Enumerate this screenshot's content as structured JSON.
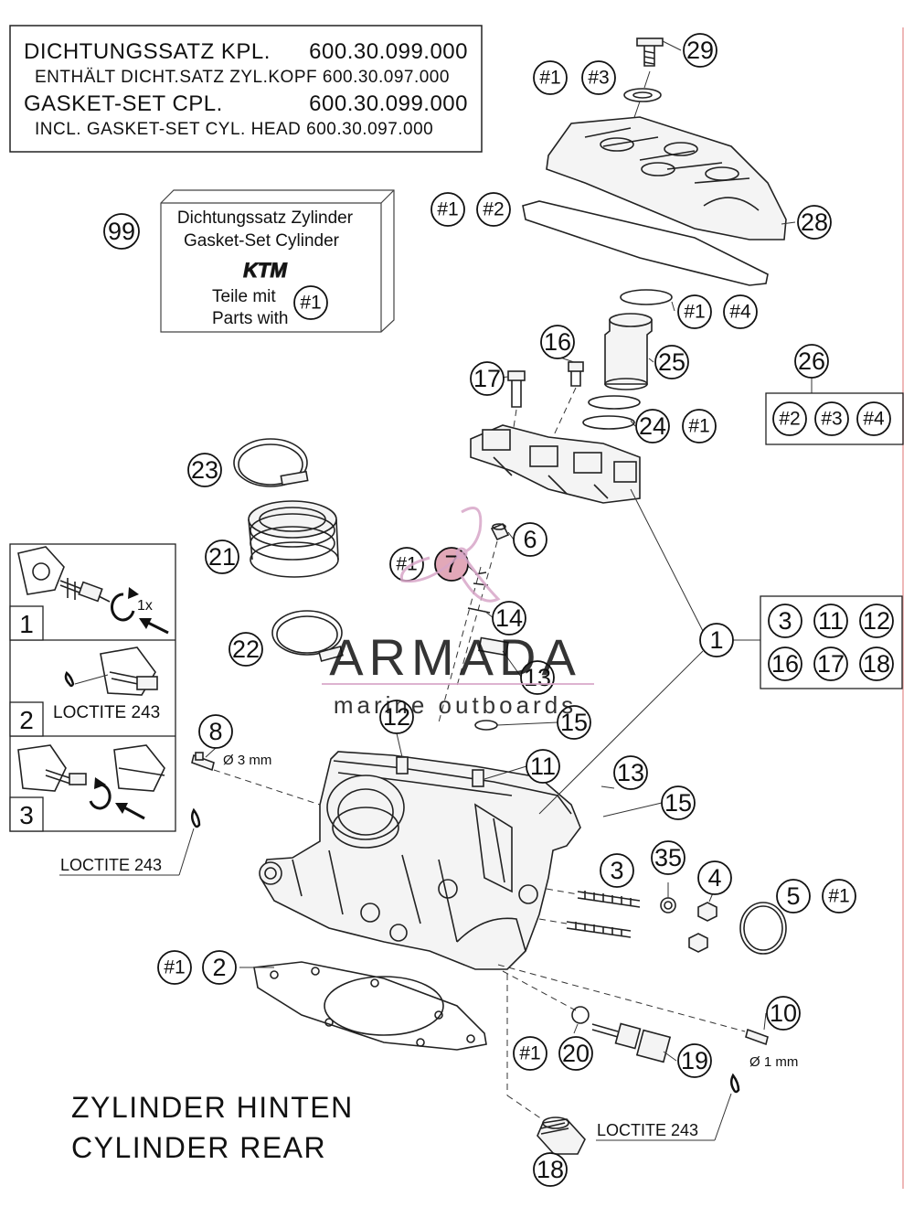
{
  "header": {
    "line1_label": "DICHTUNGSSATZ KPL.",
    "line1_number": "600.30.099.000",
    "line2": "ENTHÄLT DICHT.SATZ ZYL.KOPF 600.30.097.000",
    "line3_label": "GASKET-SET CPL.",
    "line3_number": "600.30.099.000",
    "line4": "INCL. GASKET-SET CYL. HEAD 600.30.097.000"
  },
  "kit_box": {
    "title_de": "Dichtungssatz Zylinder",
    "title_en": "Gasket-Set Cylinder",
    "brand": "KTM",
    "parts_de": "Teile mit",
    "parts_en": "Parts with",
    "parts_ref": "#1",
    "callout": "99"
  },
  "steps": [
    {
      "number": "1",
      "note": "1x"
    },
    {
      "number": "2",
      "note": "LOCTITE 243"
    },
    {
      "number": "3",
      "note": ""
    }
  ],
  "assembly_group": {
    "callout": "1",
    "members": [
      "3",
      "11",
      "12",
      "16",
      "17",
      "18"
    ]
  },
  "kit_26": {
    "callout": "26",
    "members": [
      "#2",
      "#3",
      "#4"
    ]
  },
  "callouts": {
    "c29": "29",
    "c28": "28",
    "c25": "25",
    "c16": "16",
    "c17": "17",
    "c24": "24",
    "c23": "23",
    "c21": "21",
    "c22": "22",
    "c6": "6",
    "c7": "7",
    "c14": "14",
    "c13a": "13",
    "c15a": "15",
    "c12": "12",
    "c11": "11",
    "c13b": "13",
    "c15b": "15",
    "c8": "8",
    "c3": "3",
    "c35": "35",
    "c4": "4",
    "c5": "5",
    "c2": "2",
    "c10": "10",
    "c20": "20",
    "c19": "19",
    "c18": "18"
  },
  "refs": {
    "r_29a": "#1",
    "r_29b": "#3",
    "r_28a": "#1",
    "r_28b": "#2",
    "r_25a": "#1",
    "r_25b": "#4",
    "r_24": "#1",
    "r_7": "#1",
    "r_5": "#1",
    "r_2": "#1",
    "r_20": "#1"
  },
  "notes": {
    "d3mm": "Ø 3 mm",
    "d1mm": "Ø 1 mm",
    "loctite_left": "LOCTITE 243",
    "loctite_bottom": "LOCTITE 243"
  },
  "footer": {
    "line1": "ZYLINDER HINTEN",
    "line2": "CYLINDER REAR"
  },
  "watermark": {
    "brand": "ARMADA",
    "tagline": "marine outboards",
    "color": "#d8a6c8"
  }
}
